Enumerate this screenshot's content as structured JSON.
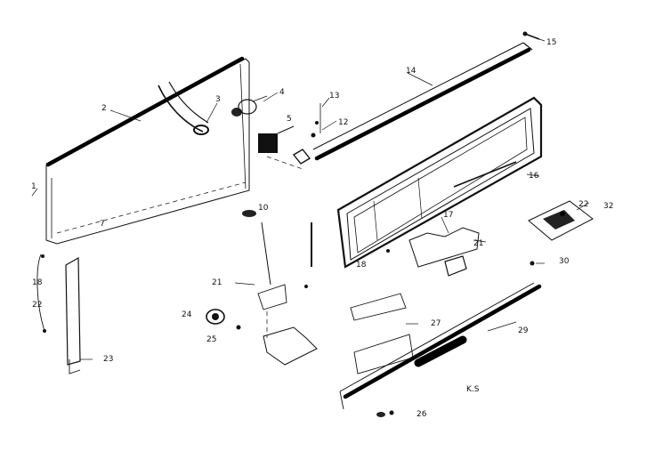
{
  "callouts": [
    {
      "id": "c1",
      "text": "1"
    },
    {
      "id": "c2",
      "text": "2"
    },
    {
      "id": "c3",
      "text": "3"
    },
    {
      "id": "c4",
      "text": "4"
    },
    {
      "id": "c5",
      "text": "5"
    },
    {
      "id": "c7",
      "text": "7"
    },
    {
      "id": "c10",
      "text": "10"
    },
    {
      "id": "c12",
      "text": "12"
    },
    {
      "id": "c13",
      "text": "13"
    },
    {
      "id": "c14",
      "text": "14"
    },
    {
      "id": "c15",
      "text": "15"
    },
    {
      "id": "c16",
      "text": "16"
    },
    {
      "id": "c17",
      "text": "17"
    },
    {
      "id": "c18a",
      "text": "18"
    },
    {
      "id": "c18b",
      "text": "18"
    },
    {
      "id": "c21a",
      "text": "21"
    },
    {
      "id": "c21b",
      "text": "21"
    },
    {
      "id": "c22a",
      "text": "22"
    },
    {
      "id": "c22b",
      "text": "22"
    },
    {
      "id": "c23",
      "text": "23"
    },
    {
      "id": "c24",
      "text": "24"
    },
    {
      "id": "c25",
      "text": "25"
    },
    {
      "id": "c26",
      "text": "26"
    },
    {
      "id": "c27",
      "text": "27"
    },
    {
      "id": "c29",
      "text": "29"
    },
    {
      "id": "c30",
      "text": "30"
    },
    {
      "id": "c32",
      "text": "32"
    },
    {
      "id": "cKS",
      "text": "K.S"
    }
  ]
}
